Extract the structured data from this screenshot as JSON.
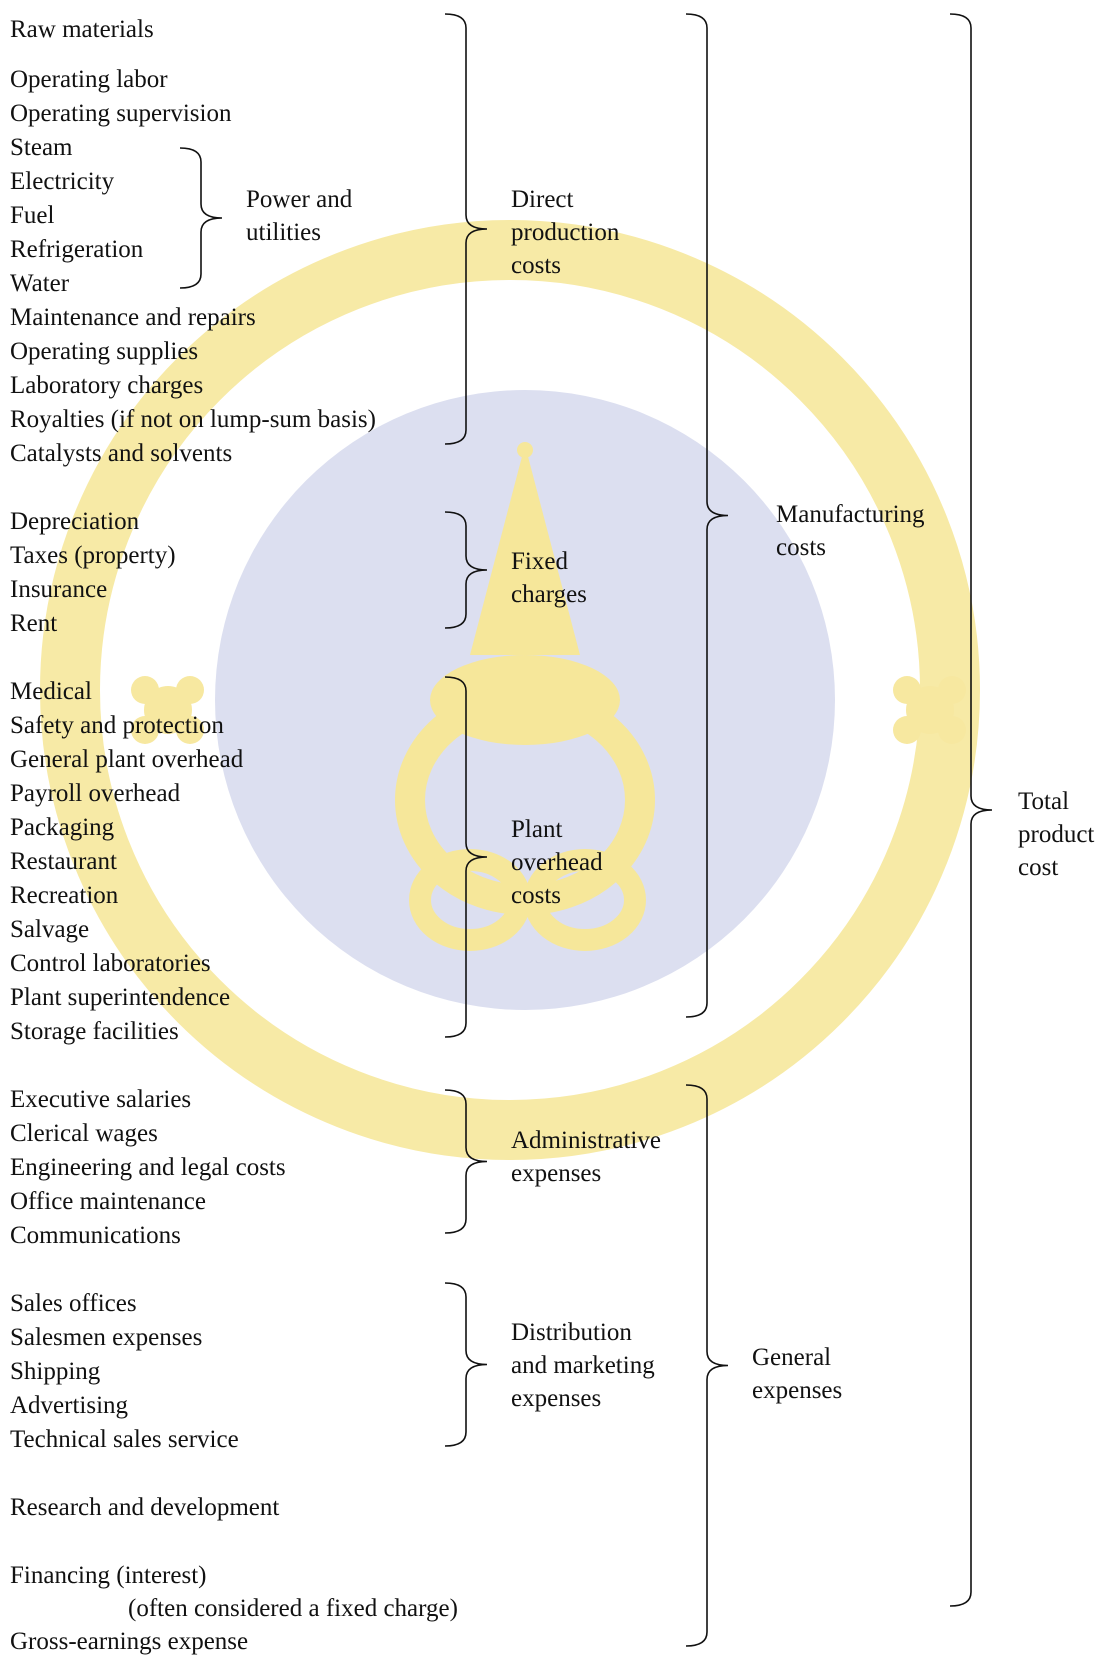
{
  "colors": {
    "text": "#111111",
    "watermark_gold": "#f6e48a",
    "watermark_blue": "#d6d8ec"
  },
  "items": {
    "raw_materials": "Raw materials",
    "operating_labor": "Operating labor",
    "operating_supervision": "Operating supervision",
    "steam": "Steam",
    "electricity": "Electricity",
    "fuel": "Fuel",
    "refrigeration": "Refrigeration",
    "water": "Water",
    "maintenance": "Maintenance and repairs",
    "operating_supplies": "Operating supplies",
    "laboratory_charges": "Laboratory charges",
    "royalties": "Royalties (if not on lump-sum basis)",
    "catalysts": "Catalysts and solvents",
    "depreciation": "Depreciation",
    "taxes": "Taxes (property)",
    "insurance": "Insurance",
    "rent": "Rent",
    "medical": "Medical",
    "safety": "Safety and protection",
    "general_plant_overhead": "General plant overhead",
    "payroll_overhead": "Payroll overhead",
    "packaging": "Packaging",
    "restaurant": "Restaurant",
    "recreation": "Recreation",
    "salvage": "Salvage",
    "control_laboratories": "Control laboratories",
    "plant_superintendence": "Plant superintendence",
    "storage_facilities": "Storage facilities",
    "executive_salaries": "Executive salaries",
    "clerical_wages": "Clerical wages",
    "engineering_legal": "Engineering and legal costs",
    "office_maintenance": "Office maintenance",
    "communications": "Communications",
    "sales_offices": "Sales offices",
    "salesmen_expenses": "Salesmen expenses",
    "shipping": "Shipping",
    "advertising": "Advertising",
    "technical_sales": "Technical sales service",
    "research": "Research and development",
    "financing": "Financing (interest)",
    "financing_note": "(often considered a fixed charge)",
    "gross_earnings": "Gross-earnings expense"
  },
  "groups": {
    "power_utilities": [
      "Power and",
      "utilities"
    ],
    "direct_production": [
      "Direct",
      "production",
      "costs"
    ],
    "fixed_charges": [
      "Fixed",
      "charges"
    ],
    "plant_overhead": [
      "Plant",
      "overhead",
      "costs"
    ],
    "administrative": [
      "Administrative",
      "expenses"
    ],
    "distribution": [
      "Distribution",
      "and marketing",
      "expenses"
    ],
    "manufacturing": [
      "Manufacturing",
      "costs"
    ],
    "general": [
      "General",
      "expenses"
    ],
    "total": [
      "Total",
      "product",
      "cost"
    ]
  }
}
